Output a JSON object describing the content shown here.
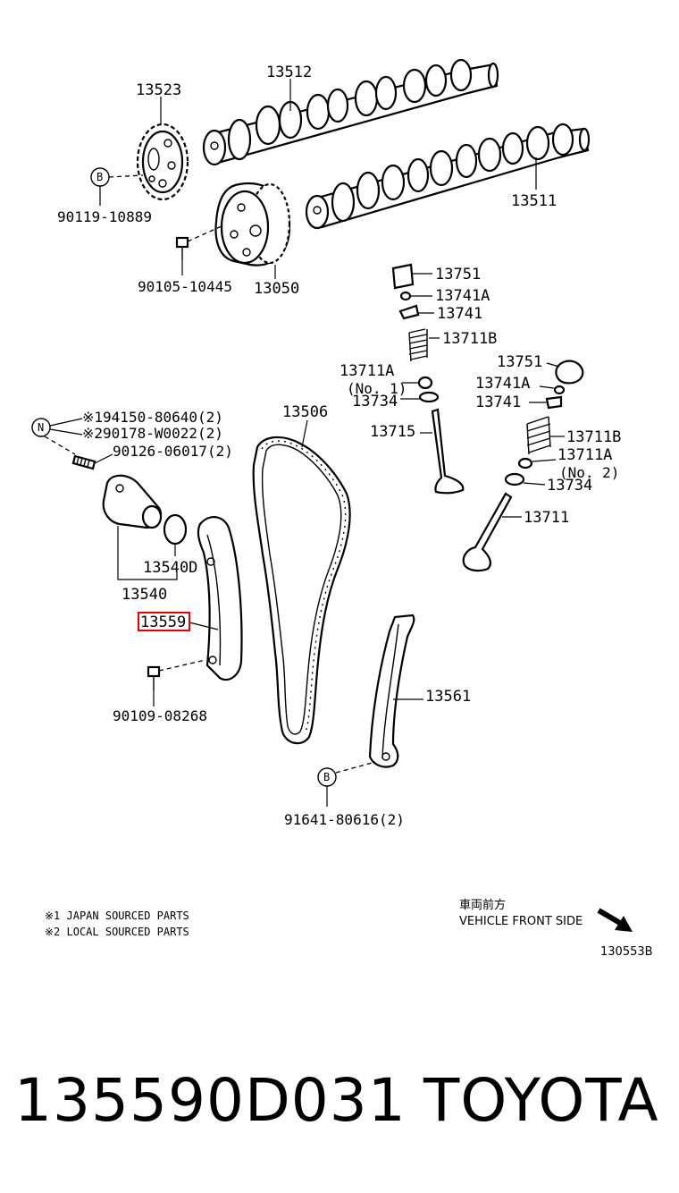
{
  "parts": {
    "p13523": "13523",
    "p13512": "13512",
    "p13511": "13511",
    "p90119": "90119-10889",
    "p90105": "90105-10445",
    "p13050": "13050",
    "p13751a": "13751",
    "p13741Aa": "13741A",
    "p13741a": "13741",
    "p13711Ba": "13711B",
    "p13711Aa": "13711A",
    "p13711Aa_note": "(No. 1)",
    "p13734a": "13734",
    "p13715": "13715",
    "p13751b": "13751",
    "p13741Ab": "13741A",
    "p13741b": "13741",
    "p13711Bb": "13711B",
    "p13711Ab": "13711A",
    "p13711Ab_note": "(No. 2)",
    "p13734b": "13734",
    "p13711": "13711",
    "p13506": "13506",
    "p194150": "※194150-80640(2)",
    "p290178": "※290178-W0022(2)",
    "p90126": "90126-06017(2)",
    "p13540D": "13540D",
    "p13540": "13540",
    "p13559": "13559",
    "p90109": "90109-08268",
    "p13561": "13561",
    "p91641": "91641-80616(2)"
  },
  "callouts": {
    "B1": "B",
    "B2": "B",
    "N": "N"
  },
  "notes": {
    "note1": "※1 JAPAN SOURCED PARTS",
    "note2": "※2 LOCAL SOURCED PARTS",
    "front_jp": "車両前方",
    "front_en": "VEHICLE FRONT SIDE",
    "diagram_id": "130553B"
  },
  "footer": {
    "part_number": "135590D031",
    "brand": "TOYOTA"
  },
  "colors": {
    "highlight": "#e00000",
    "ink": "#000000",
    "background": "#ffffff"
  }
}
